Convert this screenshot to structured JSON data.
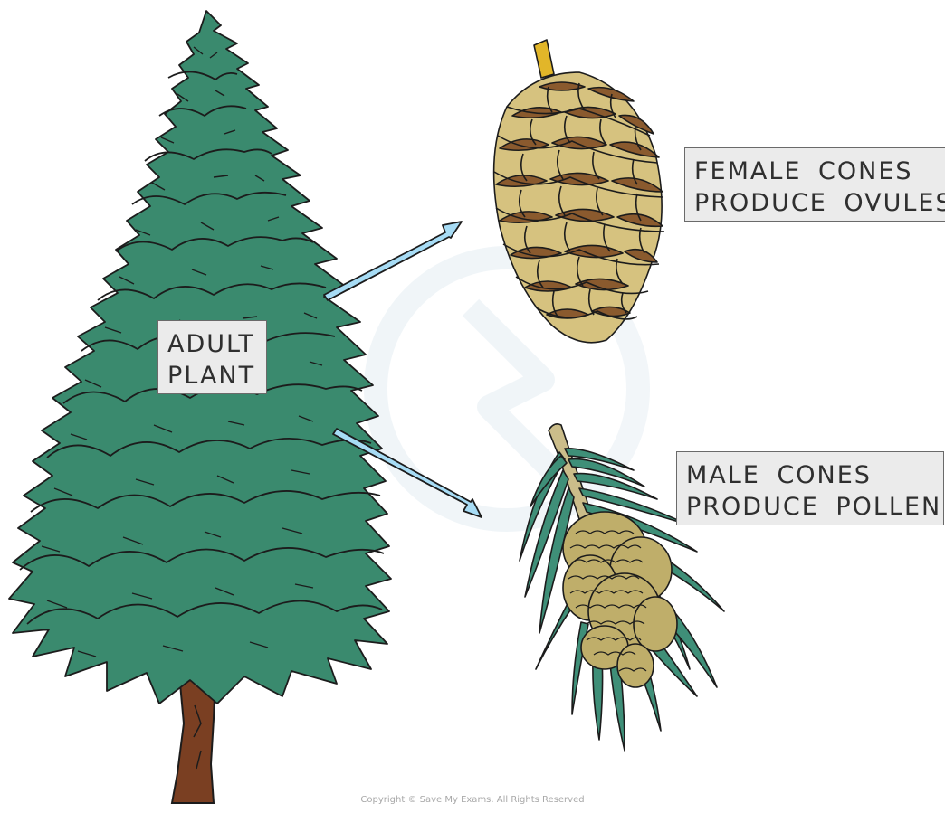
{
  "labels": {
    "adult_plant": [
      "ADULT",
      "PLANT"
    ],
    "female_cones": [
      "FEMALE CONES",
      "PRODUCE OVULES"
    ],
    "male_cones": [
      "MALE CONES",
      "PRODUCE POLLEN"
    ]
  },
  "copyright": "Copyright © Save My Exams. All Rights Reserved",
  "colors": {
    "foliage": "#3a8a6e",
    "foliage_outline": "#1c1c1c",
    "trunk": "#7a3f22",
    "arrow_fill": "#a7dcf5",
    "cone_light": "#d6c27f",
    "cone_dark": "#8a5a2e",
    "cone_stem": "#e2b629",
    "needles": "#3f8f78",
    "label_bg": "#ebebeb"
  }
}
